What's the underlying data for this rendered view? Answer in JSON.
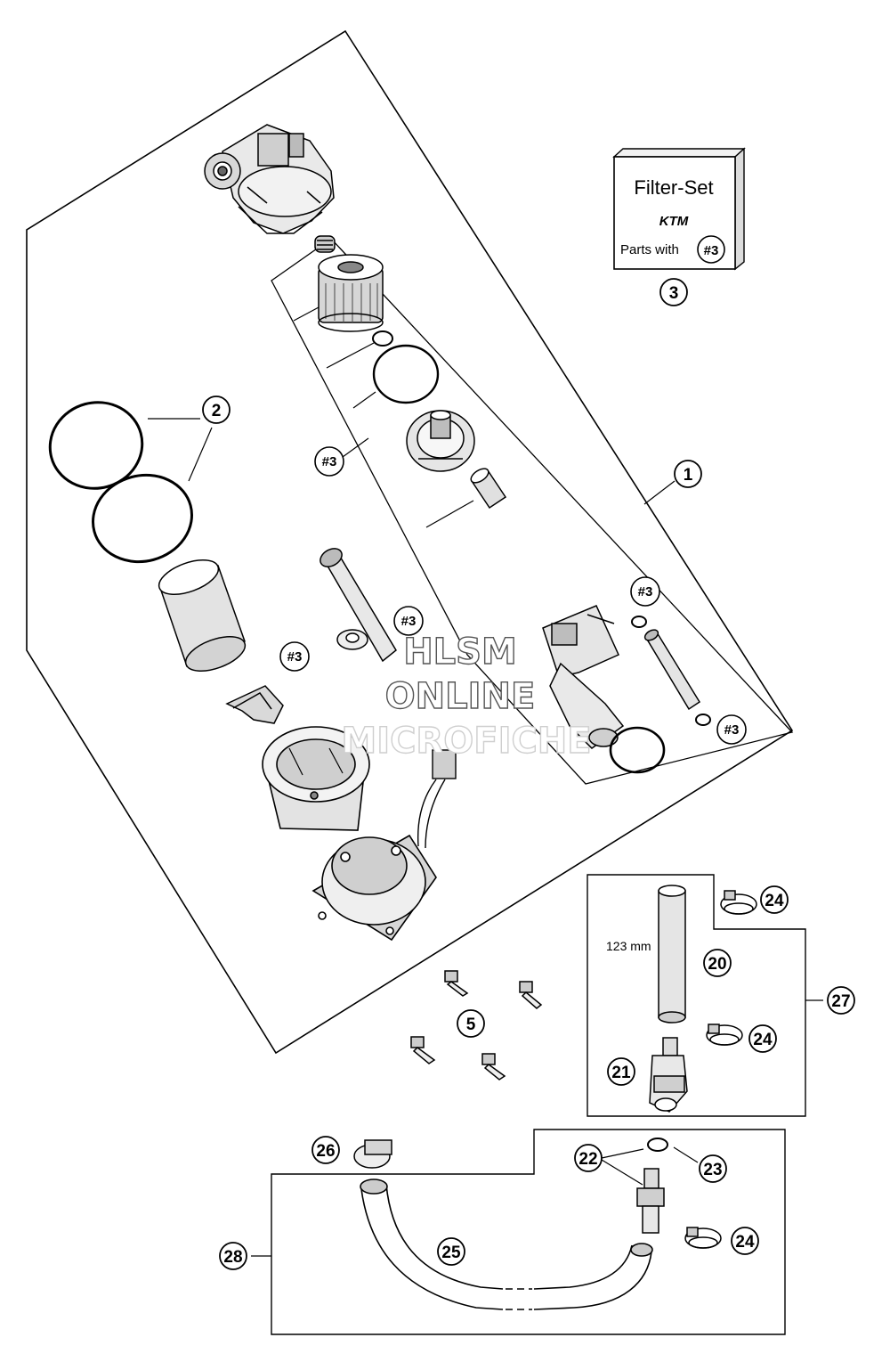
{
  "filter_set": {
    "title": "Filter-Set",
    "brand": "KTM",
    "parts_label": "Parts with",
    "parts_ref": "#3"
  },
  "callouts": {
    "c1": "1",
    "c2": "2",
    "c3": "3",
    "c5": "5",
    "c20": "20",
    "c21": "21",
    "c22": "22",
    "c23": "23",
    "c24a": "24",
    "c24b": "24",
    "c24c": "24",
    "c25": "25",
    "c26": "26",
    "c27": "27",
    "c28": "28"
  },
  "filter_refs": {
    "r1": "#3",
    "r2": "#3",
    "r3": "#3",
    "r4": "#3",
    "r5": "#3"
  },
  "hose_length": "123 mm",
  "watermark": {
    "line1": "HLSM",
    "line2": "ONLINE",
    "line3": "MICROFICHE"
  }
}
